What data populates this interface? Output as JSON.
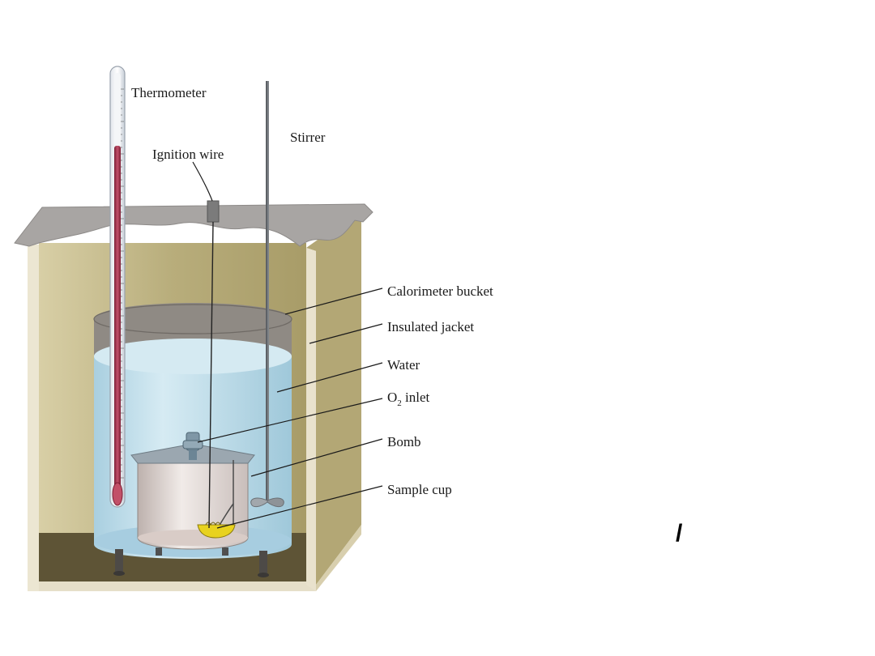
{
  "labels": {
    "thermometer": "Thermometer",
    "ignition_wire": "Ignition wire",
    "stirrer": "Stirrer",
    "calorimeter_bucket": "Calorimeter bucket",
    "insulated_jacket": "Insulated jacket",
    "water": "Water",
    "o2_inlet_main": "O",
    "o2_inlet_subscript": "2",
    "o2_inlet_rest": " inlet",
    "bomb": "Bomb",
    "sample_cup": "Sample cup"
  },
  "colors": {
    "lid": "#a9a6a4",
    "jacket_inner": "#b9ae7c",
    "jacket_outer": "#e8e1cd",
    "water": "#c4dfeb",
    "bucket_rim": "#8c8781",
    "bomb_body": "#e7dcd8",
    "mercury": "#a7324c",
    "sample_cup": "#e8d21f"
  },
  "stray_mark": "/"
}
